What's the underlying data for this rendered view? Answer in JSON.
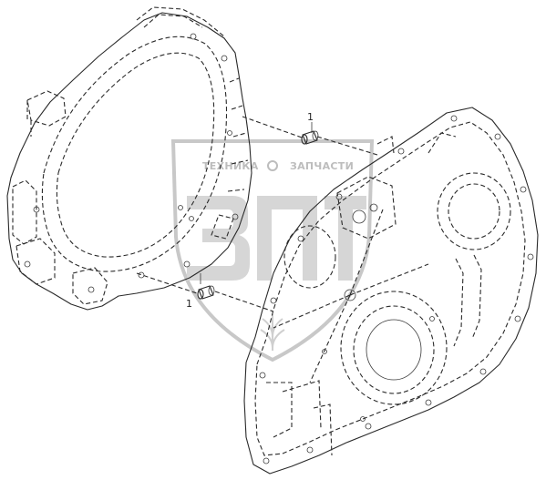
{
  "diagram": {
    "callouts": [
      {
        "id": "callout-top",
        "label": "1"
      },
      {
        "id": "callout-left",
        "label": "1"
      }
    ]
  },
  "watermark": {
    "left_word": "ТЕХНИКА",
    "right_word": "ЗАПЧАСТИ",
    "logo_letters": "ЗПТ",
    "color": "#c8c8c8"
  },
  "colors": {
    "line": "#2a2a2a",
    "background": "#ffffff"
  }
}
